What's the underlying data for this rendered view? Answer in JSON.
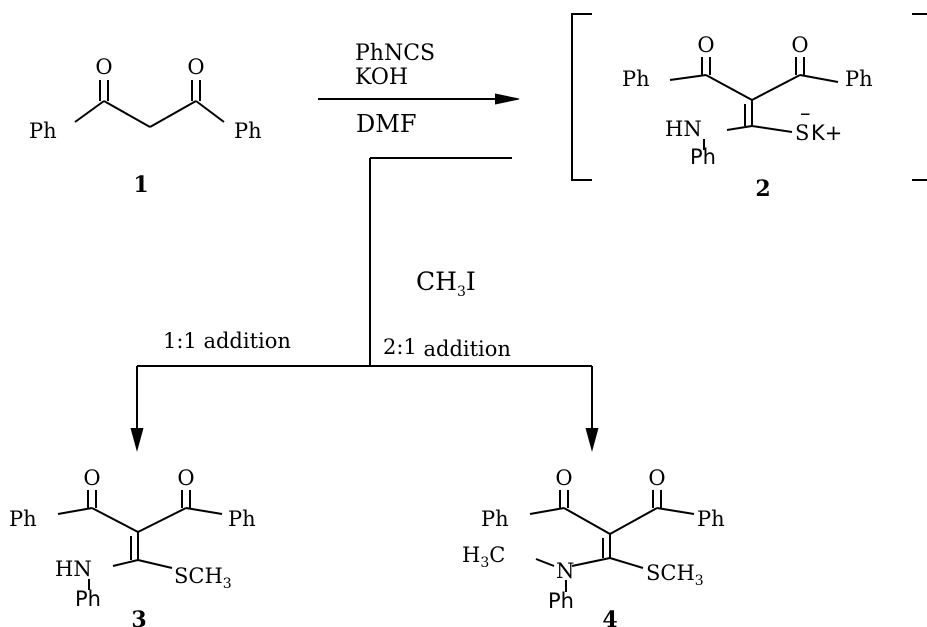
{
  "reagents": {
    "line1": "PhNCS",
    "line2": "KOH",
    "solvent": "DMF"
  },
  "methylation": {
    "base": "CH",
    "sub": "3",
    "tail": "I"
  },
  "conditions": {
    "left": "1:1  addition",
    "right_ratio": "2:1",
    "right_word": "addition"
  },
  "compound_labels": {
    "c1": "1",
    "c2": "2",
    "c3": "3",
    "c4": "4"
  },
  "atoms": {
    "O": "O",
    "Ph": "Ph",
    "HN": "HN",
    "N": "N",
    "SK": "S",
    "K_plus": "K+",
    "minus": "–",
    "SCH": "SCH",
    "three": "3",
    "H": "H",
    "C": "C"
  }
}
